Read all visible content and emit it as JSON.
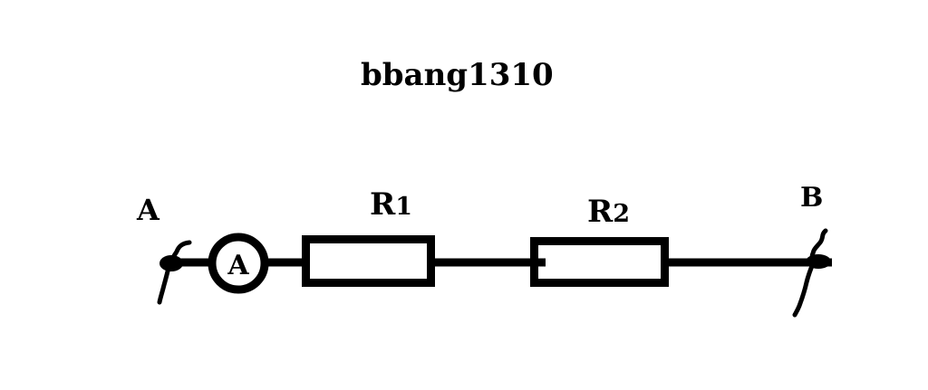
{
  "title": "bbang1310",
  "circuit": {
    "type": "series-circuit",
    "terminal_a": {
      "label": "A"
    },
    "terminal_b": {
      "label": "B"
    },
    "ammeter": {
      "symbol": "A"
    },
    "resistor_1": {
      "prefix": "R",
      "sub": "1"
    },
    "resistor_2": {
      "prefix": "R",
      "sub": "2"
    }
  },
  "colors": {
    "ink": "#000000",
    "background": "#ffffff"
  }
}
